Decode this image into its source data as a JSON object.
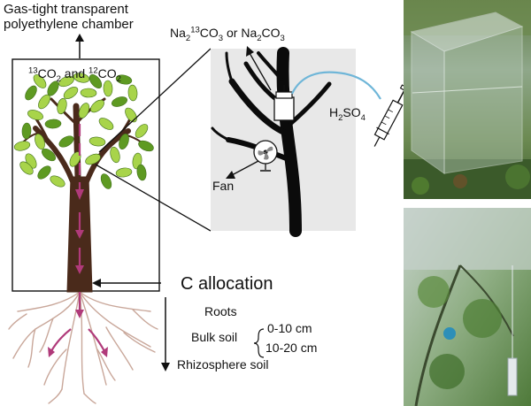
{
  "chamber": {
    "title_line1": "Gas-tight transparent",
    "title_line2": "polyethylene chamber",
    "gases": {
      "c13_sup": "13",
      "co2_a_base": "CO",
      "co2_a_sub": "2",
      "and": " and ",
      "c12_sup": "12",
      "co2_b_base": "CO",
      "co2_b_sub": "2"
    }
  },
  "inset": {
    "label_a_base": "Na",
    "label_a_sub": "2",
    "label_a_sup": "13",
    "label_a_tail": "CO",
    "label_a_sub2": "3",
    "label_or": " or ",
    "label_b_base": "Na",
    "label_b_sub": "2",
    "label_b_tail": "CO",
    "label_b_sub2": "3",
    "acid_base": "H",
    "acid_sub": "2",
    "acid_mid": "SO",
    "acid_sub2": "4",
    "fan": "Fan"
  },
  "allocation": {
    "title": "C allocation",
    "roots": "Roots",
    "bulk_soil": "Bulk soil",
    "depth_1": "0-10 cm",
    "depth_2": "10-20 cm",
    "rhizosphere": "Rhizosphere soil"
  },
  "colors": {
    "trunk": "#4a2a1b",
    "leaf_light": "#a8d44a",
    "leaf_dark": "#5e9a22",
    "flow_arrow": "#b03a7a",
    "root": "#c9a79a",
    "photo_grass": "#3f6a2c",
    "photo_sky": "#b9c9c3"
  },
  "icons": {
    "chamber_arrow": "arrow-up-icon",
    "fan": "fan-icon",
    "syringe": "syringe-icon",
    "vial": "vial-icon"
  }
}
